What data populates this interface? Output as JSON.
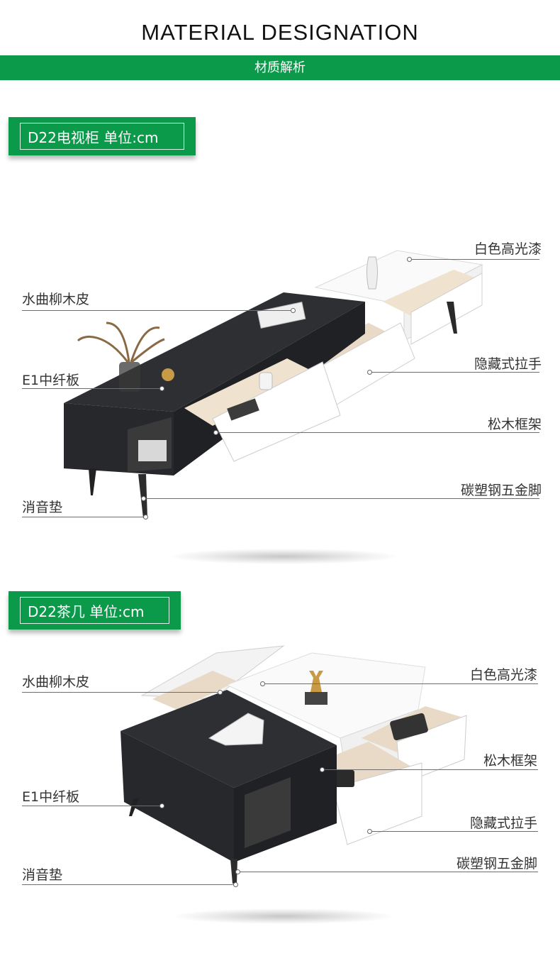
{
  "header": {
    "title_en": "MATERIAL DESIGNATION",
    "title_cn": "材质解析"
  },
  "colors": {
    "brand_green": "#0a9a4a",
    "wood_dark": "#2b2d31",
    "lacquer_white": "#f7f7f7",
    "pine_frame": "#e8dac6"
  },
  "sections": [
    {
      "tag": "D22电视柜 单位:cm",
      "callouts": {
        "white_lacquer": "白色高光漆",
        "willow_veneer": "水曲柳木皮",
        "hidden_handle": "隐藏式拉手",
        "mdf_board": "E1中纤板",
        "pine_frame": "松木框架",
        "steel_leg": "碳塑钢五金脚",
        "silencer_pad": "消音垫"
      }
    },
    {
      "tag": "D22茶几 单位:cm",
      "callouts": {
        "willow_veneer": "水曲柳木皮",
        "white_lacquer": "白色高光漆",
        "pine_frame": "松木框架",
        "mdf_board": "E1中纤板",
        "hidden_handle": "隐藏式拉手",
        "steel_leg": "碳塑钢五金脚",
        "silencer_pad": "消音垫"
      }
    }
  ]
}
